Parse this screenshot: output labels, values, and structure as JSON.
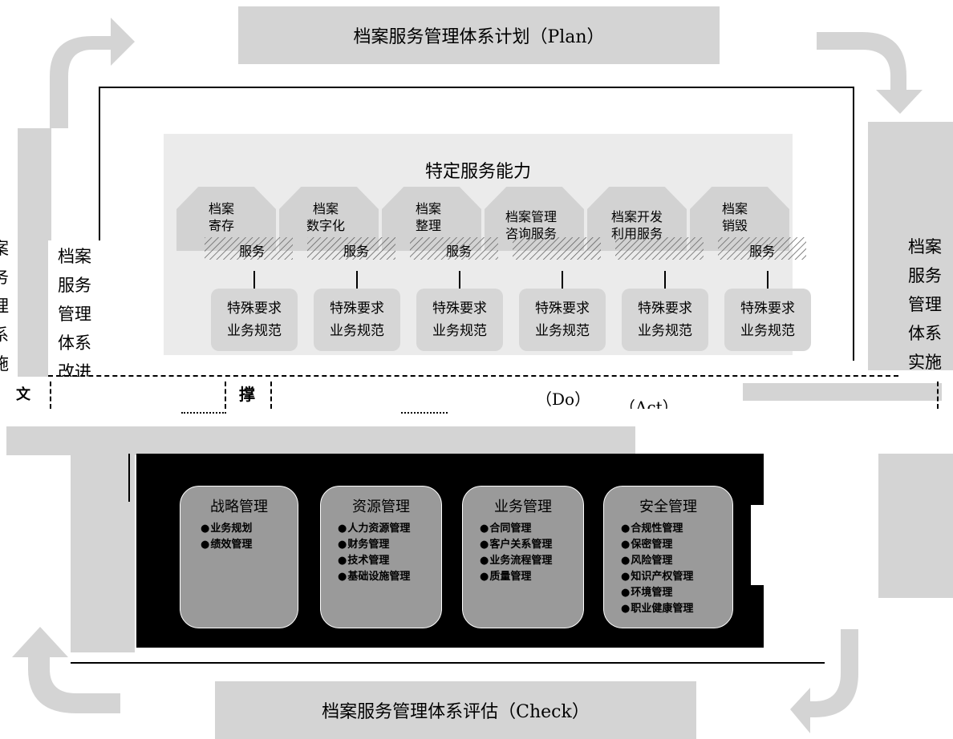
{
  "cycle": {
    "plan": "档案服务管理体系计划（Plan）",
    "check": "档案服务管理体系评估（Check）",
    "do_label": "（Do）",
    "act_label": "（Act）",
    "left_fragments": [
      "案",
      "务",
      "理",
      "系",
      "施"
    ],
    "left_fragment_bottom": "文",
    "implement_text": [
      "档案",
      "服务",
      "管理",
      "体系",
      "实施"
    ],
    "improve_text": [
      "档案",
      "服务",
      "管理",
      "体系",
      "改进"
    ],
    "support_fragment": "撑"
  },
  "services": {
    "title": "特定服务能力",
    "service_word": "服务",
    "items": [
      {
        "line1": "档案",
        "line2": "寄存"
      },
      {
        "line1": "档案",
        "line2": "数字化"
      },
      {
        "line1": "档案",
        "line2": "整理"
      },
      {
        "line1": "档案管理",
        "line2": "咨询服务"
      },
      {
        "line1": "档案开发",
        "line2": "利用服务"
      },
      {
        "line1": "档案",
        "line2": "销毁"
      }
    ],
    "requirement": {
      "line1": "特殊要求",
      "line2": "业务规范"
    }
  },
  "management": {
    "boxes": [
      {
        "title": "战略管理",
        "items": [
          "业务规划",
          "绩效管理"
        ]
      },
      {
        "title": "资源管理",
        "items": [
          "人力资源管理",
          "财务管理",
          "技术管理",
          "基础设施管理"
        ]
      },
      {
        "title": "业务管理",
        "items": [
          "合同管理",
          "客户关系管理",
          "业务流程管理",
          "质量管理"
        ]
      },
      {
        "title": "安全管理",
        "items": [
          "合规性管理",
          "保密管理",
          "风险管理",
          "知识产权管理",
          "环境管理",
          "职业健康管理"
        ]
      }
    ]
  }
}
